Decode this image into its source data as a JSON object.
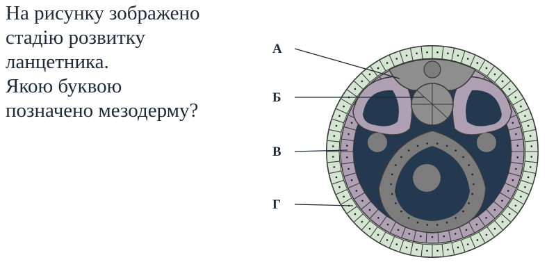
{
  "question": {
    "lines": [
      "На рисунку зображено",
      "стадію розвитку",
      "ланцетника.",
      "Якою буквою",
      "позначено мезодерму?"
    ]
  },
  "diagram": {
    "labels": [
      "А",
      "Б",
      "В",
      "Г"
    ],
    "colors": {
      "ectoderm": "#d4e6d2",
      "mesoderm": "#b0a0b4",
      "endoderm": "#7c7c7c",
      "neural_tube": "#8e8e8e",
      "cavity": "#24384f",
      "outline": "#3a3a3a"
    }
  }
}
